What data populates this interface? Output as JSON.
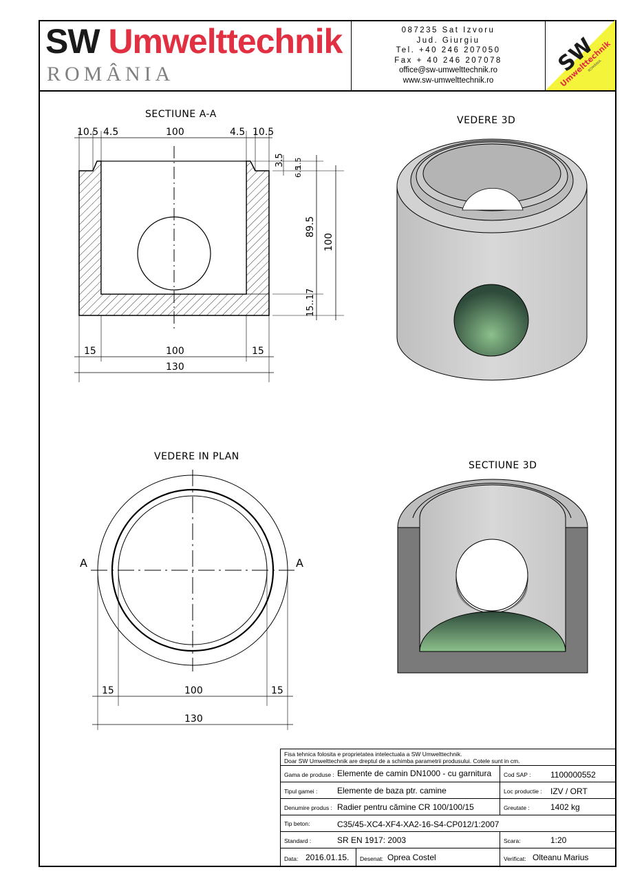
{
  "header": {
    "brand_sw": "SW",
    "brand_name": "Umwelttechnik",
    "brand_country": "ROMÂNIA",
    "contact": {
      "line1": "087235 Sat Izvoru",
      "line2": "Jud.   Giurgiu",
      "line3": "Tel. +40 246 207050",
      "line4": "Fax + 40 246 207078",
      "line5": "office@sw-umwelttechnik.ro",
      "line6": "www.sw-umwelttechnik.ro"
    },
    "logo": {
      "sw": "SW",
      "name": "Umwelttechnik",
      "country": "ROMÂNIA",
      "color_yellow": "#f4f43a",
      "color_red": "#e03042"
    }
  },
  "views": {
    "section_aa": {
      "title": "SECTIUNE A-A",
      "dims": {
        "top_left_outer": "10.5",
        "top_left_inner": "4.5",
        "top_mid": "100",
        "top_right_inner": "4.5",
        "top_right_outer": "10.5",
        "right_small_a": "3.5",
        "right_small_b": "1.5",
        "right_small_c": "6.5",
        "right_height": "89.5",
        "right_total": "100",
        "right_bottom": "15..17",
        "bot_left": "15",
        "bot_mid": "100",
        "bot_right": "15",
        "bot_total": "130"
      }
    },
    "view_3d": {
      "title": "VEDERE 3D"
    },
    "plan": {
      "title": "VEDERE IN PLAN",
      "label_left": "A",
      "label_right": "A",
      "dims": {
        "left": "15",
        "mid": "100",
        "right": "15",
        "total": "130"
      }
    },
    "section_3d": {
      "title": "SECTIUNE 3D"
    }
  },
  "title_block": {
    "note1": "Fisa tehnica folosita e proprietatea intelectuala a SW Umwelttechnik.",
    "note2": "Doar SW Umwelttechnik are dreptul de a schimba parametrii produsului. Cotele sunt in cm.",
    "gama_label": "Gama de produse :",
    "gama_value": "Elemente de camin DN1000 - cu garnitura",
    "sap_label": "Cod SAP :",
    "sap_value": "1100000552",
    "tip_label": "Tipul gamei :",
    "tip_value": "Elemente de baza ptr. camine",
    "loc_label": "Loc productie :",
    "loc_value": "IZV / ORT",
    "den_label": "Denumire produs :",
    "den_value": "Radier pentru cămine CR 100/100/15",
    "greu_label": "Greutate :",
    "greu_value": "1402 kg",
    "beton_label": "Tip beton:",
    "beton_value": "C35/45-XC4-XF4-XA2-16-S4-CP012/1:2007",
    "std_label": "Standard :",
    "std_value": "SR EN 1917: 2003",
    "scara_label": "Scara:",
    "scara_value": "1:20",
    "data_label": "Data:",
    "data_value": "2016.01.15.",
    "desenat_label": "Desenat:",
    "desenat_value": "Oprea Costel",
    "verificat_label": "Verificat:",
    "verificat_value": "Olteanu Marius"
  }
}
